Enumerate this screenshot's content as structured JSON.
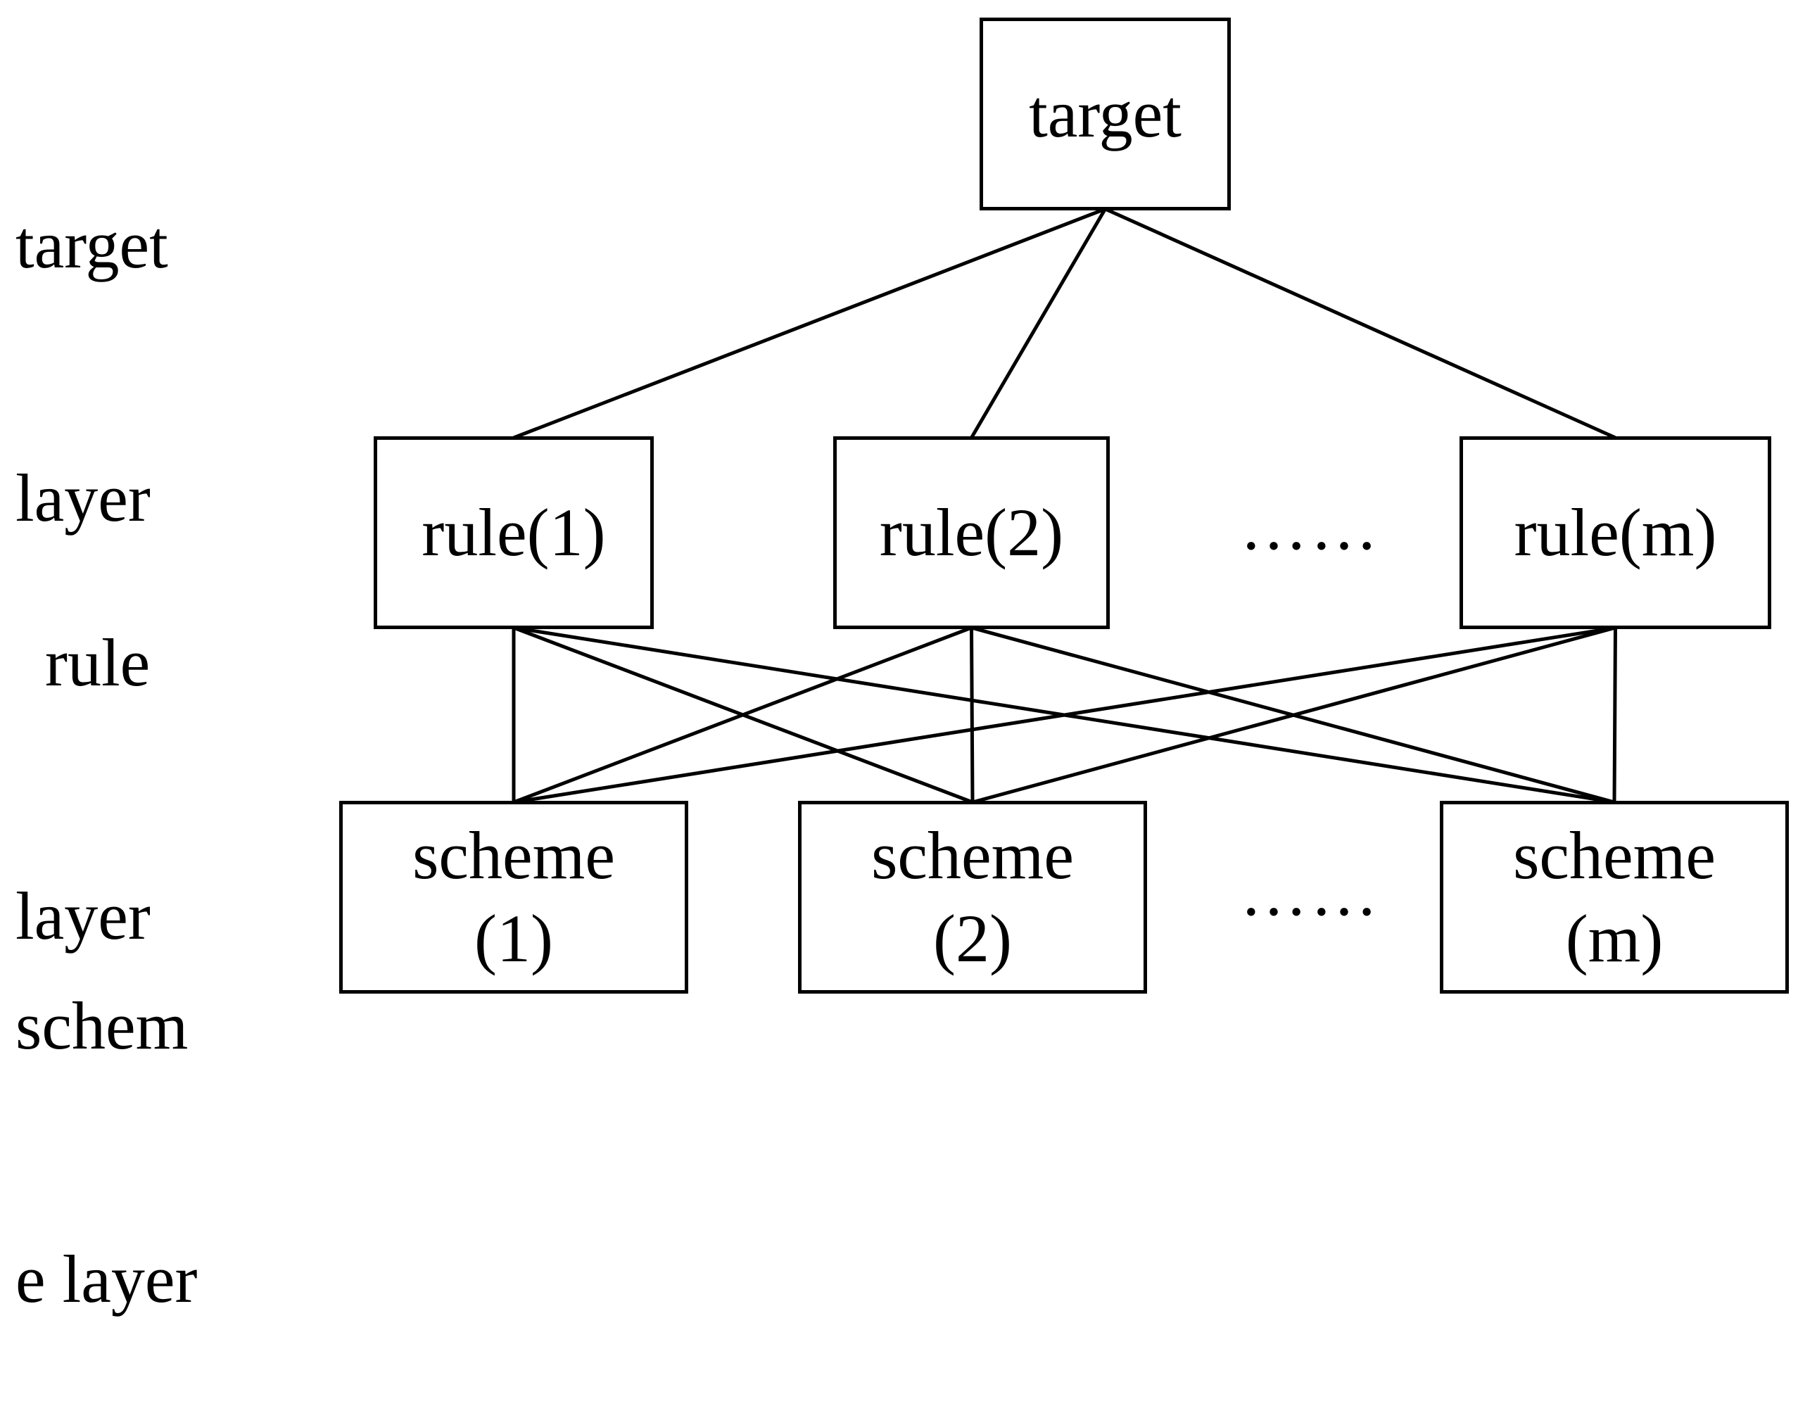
{
  "layers": {
    "target": [
      "target",
      "layer"
    ],
    "rule": [
      "rule",
      "layer"
    ],
    "scheme": [
      "schem",
      "e layer"
    ]
  },
  "nodes": {
    "target": [
      "target"
    ],
    "rule_1": [
      "rule(1)"
    ],
    "rule_2": [
      "rule(2)"
    ],
    "rule_m": [
      "rule(m)"
    ],
    "scheme_1": [
      "scheme",
      "(1)"
    ],
    "scheme_2": [
      "scheme",
      "(2)"
    ],
    "scheme_m": [
      "scheme",
      "(m)"
    ]
  },
  "ellipsis": {
    "rule": "……",
    "scheme": "……"
  },
  "edges": [
    [
      "target",
      "rule_1"
    ],
    [
      "target",
      "rule_2"
    ],
    [
      "target",
      "rule_m"
    ],
    [
      "rule_1",
      "scheme_1"
    ],
    [
      "rule_1",
      "scheme_2"
    ],
    [
      "rule_1",
      "scheme_m"
    ],
    [
      "rule_2",
      "scheme_1"
    ],
    [
      "rule_2",
      "scheme_2"
    ],
    [
      "rule_2",
      "scheme_m"
    ],
    [
      "rule_m",
      "scheme_1"
    ],
    [
      "rule_m",
      "scheme_2"
    ],
    [
      "rule_m",
      "scheme_m"
    ]
  ],
  "colors": {
    "stroke": "#000000",
    "background": "#ffffff"
  }
}
